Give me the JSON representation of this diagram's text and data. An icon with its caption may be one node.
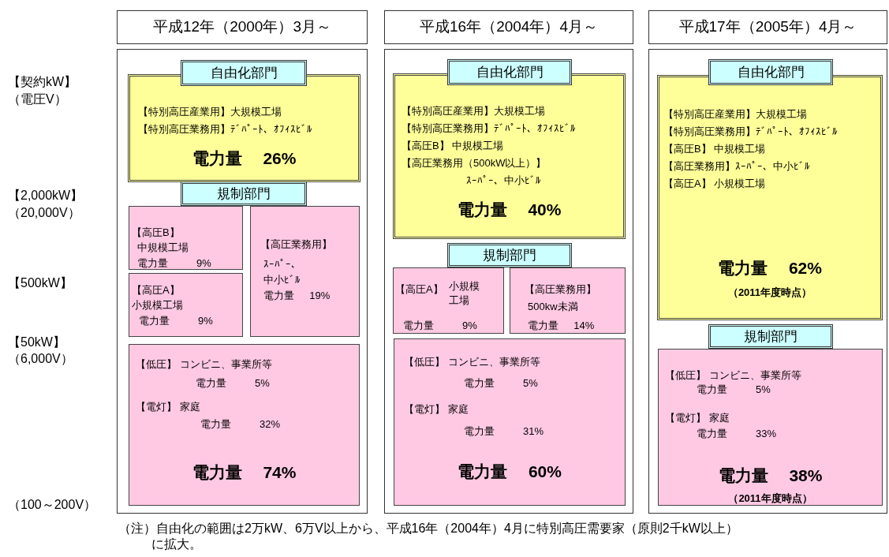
{
  "diagram": {
    "nodes": [
      {
        "text": [
          "平成12年（2000年）3月～"
        ]
      },
      {
        "text": [
          "平成16年（2004年）4月～"
        ]
      },
      {
        "text": [
          "平成17年（2005年）4月～"
        ]
      },
      {
        "text": [],
        "shape": "box"
      },
      {
        "text": [
          "自由化部門"
        ],
        "in": 3
      },
      {
        "text": [
          "【特別高圧産業用】大規模工場",
          "【特別高圧業務用】ﾃﾞﾊﾟｰﾄ、ｵﾌｨｽﾋﾞﾙ",
          "電力量 26%"
        ],
        "in": 3
      },
      {
        "text": [
          "規制部門"
        ],
        "in": 3
      },
      {
        "text": [
          "【高圧B】",
          "中規模工場",
          "電力量 9%"
        ],
        "in": 3
      },
      {
        "text": [
          "【高圧A】",
          "小規模工場",
          "電力量 9%"
        ],
        "in": 3
      },
      {
        "text": [
          "【高圧業務用】",
          "ｽｰﾊﾟｰ、",
          "中小ﾋﾞﾙ",
          "電力量 19%"
        ],
        "in": 3
      },
      {
        "text": [
          "【低圧】 コンビニ、事業所等",
          "電力量 5%",
          "【電灯】 家庭",
          "電力量 32%",
          "電力量 74%"
        ],
        "in": 3
      },
      {
        "text": [],
        "shape": "box"
      },
      {
        "text": [
          "自由化部門"
        ],
        "in": 11
      },
      {
        "text": [
          "【特別高圧産業用】大規模工場",
          "【特別高圧業務用】ﾃﾞﾊﾟｰﾄ、ｵﾌｨｽﾋﾞﾙ",
          "【高圧B】 中規模工場",
          "【高圧業務用（500kW以上）】",
          "ｽｰﾊﾟｰ、中小ﾋﾞﾙ",
          "電力量 40%"
        ],
        "in": 11
      },
      {
        "text": [
          "規制部門"
        ],
        "in": 11
      },
      {
        "text": [
          "【高圧A】",
          "小規模工場",
          "電力量 9%"
        ],
        "in": 11
      },
      {
        "text": [
          "【高圧業務用】",
          "500kw未満",
          "電力量 14%"
        ],
        "in": 11
      },
      {
        "text": [
          "【低圧】 コンビニ、事業所等",
          "電力量 5%",
          "【電灯】 家庭",
          "電力量 31%",
          "電力量 60%"
        ],
        "in": 11
      },
      {
        "text": [],
        "shape": "box"
      },
      {
        "text": [
          "自由化部門"
        ],
        "in": 18
      },
      {
        "text": [
          "【特別高圧産業用】大規模工場",
          "【特別高圧業務用】ﾃﾞﾊﾟｰﾄ、ｵﾌｨｽﾋﾞﾙ",
          "【高圧B】 中規模工場",
          "【高圧業務用】ｽｰﾊﾟｰ、中小ﾋﾞﾙ",
          "【高圧A】 小規模工場",
          "電力量 62%",
          "（2011年度時点）"
        ],
        "in": 18
      },
      {
        "text": [
          "規制部門"
        ],
        "in": 18
      },
      {
        "text": [
          "【低圧】 コンビニ、事業所等",
          "電力量 5%",
          "【電灯】 家庭",
          "電力量 33%",
          "電力量 38%",
          "（2011年度時点）"
        ],
        "in": 18
      }
    ],
    "labels": [
      "【契約kW】",
      "（電圧V）",
      "【2,000kW】",
      "（20,000V）",
      "【500kW】",
      "【50kW】",
      "（6,000V）",
      "（100～200V）",
      "（注）自由化の範囲は2万kW、6万V以上から、平成16年（2004年）4月に特別高圧需要家（原則2千kW以上）に拡大。"
    ]
  }
}
